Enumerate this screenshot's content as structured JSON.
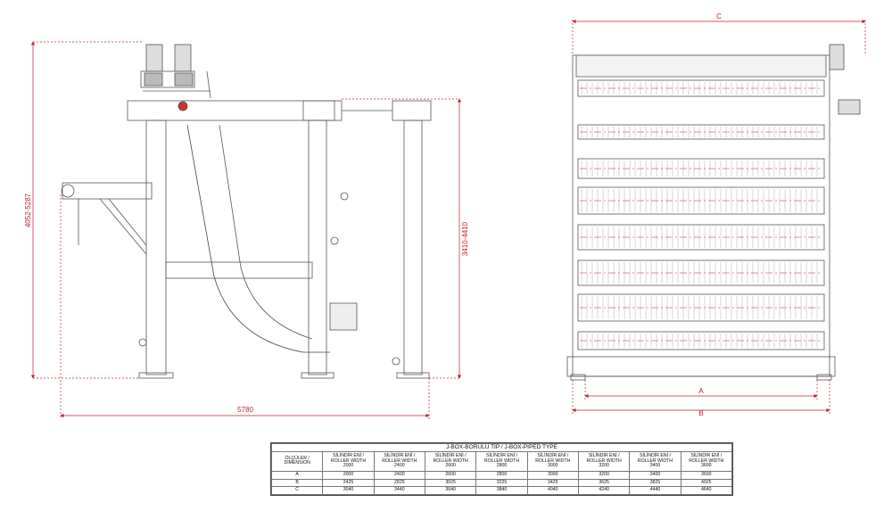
{
  "side_view": {
    "overall_length": "5780",
    "total_height": "4052-5287",
    "frame_height": "3410-4410"
  },
  "front_view": {
    "dim_top": "C",
    "dim_inner": "A",
    "dim_outer": "B"
  },
  "table": {
    "title": "J-BOX-BORULU TİP / J-BOX-PIPED TYPE",
    "corner_header": "ÖLÇÜLER / DIMENSION",
    "column_header": "SİLİNDİR ENİ / ROLLER WIDTH",
    "roller_widths": [
      "2000",
      "2400",
      "2600",
      "2800",
      "3000",
      "3200",
      "3400",
      "3600"
    ],
    "rows": [
      {
        "label": "A",
        "values": [
          "2000",
          "2400",
          "2600",
          "2800",
          "3000",
          "3200",
          "3400",
          "3600"
        ]
      },
      {
        "label": "B",
        "values": [
          "2425",
          "2825",
          "3025",
          "3225",
          "3425",
          "3625",
          "3825",
          "4025"
        ]
      },
      {
        "label": "C",
        "values": [
          "3040",
          "3440",
          "3640",
          "3840",
          "4040",
          "4240",
          "4440",
          "4640"
        ]
      }
    ]
  }
}
